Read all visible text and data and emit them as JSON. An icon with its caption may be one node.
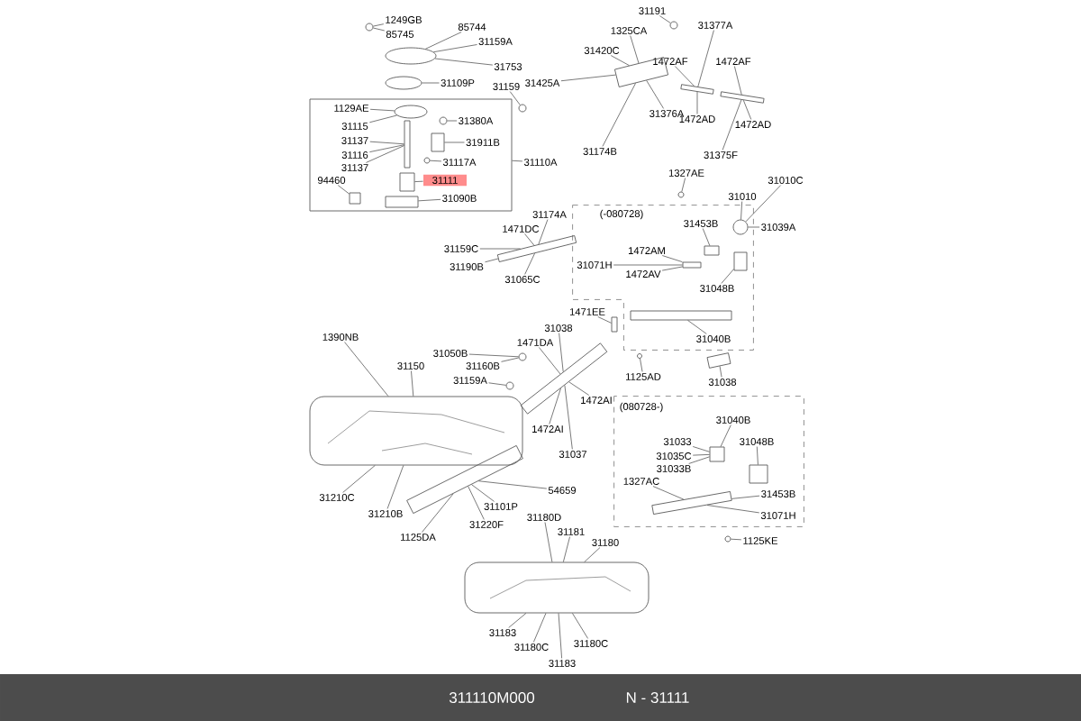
{
  "diagram": {
    "nodes": [
      {
        "text": [],
        "shape": "box"
      },
      {
        "text": [
          "(-080728)"
        ]
      },
      {
        "text": [
          "(080728-)"
        ]
      },
      {
        "text": [
          "1249GB"
        ]
      },
      {
        "text": [
          "85745"
        ]
      },
      {
        "text": [
          "85744"
        ]
      },
      {
        "text": [
          "31159A"
        ]
      },
      {
        "text": [
          "31753"
        ]
      },
      {
        "text": [
          "31109P"
        ]
      },
      {
        "text": [
          "31159"
        ]
      },
      {
        "text": [
          "1129AE"
        ],
        "in": 0
      },
      {
        "text": [
          "31115"
        ],
        "in": 0
      },
      {
        "text": [
          "31380A"
        ],
        "in": 0
      },
      {
        "text": [
          "31137"
        ],
        "in": 0
      },
      {
        "text": [
          "31911B"
        ],
        "in": 0
      },
      {
        "text": [
          "31116"
        ],
        "in": 0
      },
      {
        "text": [
          "31137"
        ],
        "in": 0
      },
      {
        "text": [
          "31117A"
        ],
        "in": 0
      },
      {
        "text": [
          "94460"
        ],
        "in": 0
      },
      {
        "text": [
          "31111"
        ],
        "in": 0
      },
      {
        "text": [
          "31090B"
        ],
        "in": 0
      },
      {
        "text": [
          "31110A"
        ]
      },
      {
        "text": [
          "1325CA"
        ]
      },
      {
        "text": [
          "31191"
        ]
      },
      {
        "text": [
          "31420C"
        ]
      },
      {
        "text": [
          "31425A"
        ]
      },
      {
        "text": [
          "31377A"
        ]
      },
      {
        "text": [
          "1472AF"
        ]
      },
      {
        "text": [
          "1472AF"
        ]
      },
      {
        "text": [
          "31376A"
        ]
      },
      {
        "text": [
          "1472AD"
        ]
      },
      {
        "text": [
          "1472AD"
        ]
      },
      {
        "text": [
          "31375F"
        ]
      },
      {
        "text": [
          "31174B"
        ]
      },
      {
        "text": [
          "1327AE"
        ]
      },
      {
        "text": [
          "31010C"
        ]
      },
      {
        "text": [
          "31010"
        ]
      },
      {
        "text": [
          "31453B"
        ],
        "in": 1
      },
      {
        "text": [
          "31039A"
        ]
      },
      {
        "text": [
          "1472AM"
        ],
        "in": 1
      },
      {
        "text": [
          "31071H"
        ],
        "in": 1
      },
      {
        "text": [
          "1472AV"
        ],
        "in": 1
      },
      {
        "text": [
          "31048B"
        ],
        "in": 1
      },
      {
        "text": [
          "31040B"
        ],
        "in": 1
      },
      {
        "text": [
          "31038"
        ]
      },
      {
        "text": [
          "1125AD"
        ]
      },
      {
        "text": [
          "31174A"
        ]
      },
      {
        "text": [
          "1471DC"
        ]
      },
      {
        "text": [
          "31159C"
        ]
      },
      {
        "text": [
          "31190B"
        ]
      },
      {
        "text": [
          "31065C"
        ]
      },
      {
        "text": [
          "1471EE"
        ]
      },
      {
        "text": [
          "31038"
        ]
      },
      {
        "text": [
          "1471DA"
        ]
      },
      {
        "text": [
          "31050B"
        ]
      },
      {
        "text": [
          "31160B"
        ]
      },
      {
        "text": [
          "31150"
        ]
      },
      {
        "text": [
          "31159A"
        ]
      },
      {
        "text": [
          "1390NB"
        ]
      },
      {
        "text": [
          "1472AI"
        ]
      },
      {
        "text": [
          "1472AI"
        ]
      },
      {
        "text": [
          "31037"
        ]
      },
      {
        "text": [
          "31210C"
        ]
      },
      {
        "text": [
          "31210B"
        ]
      },
      {
        "text": [
          "54659"
        ]
      },
      {
        "text": [
          "31101P"
        ]
      },
      {
        "text": [
          "31220F"
        ]
      },
      {
        "text": [
          "1125DA"
        ]
      },
      {
        "text": [
          "31180D"
        ]
      },
      {
        "text": [
          "31181"
        ]
      },
      {
        "text": [
          "31180"
        ]
      },
      {
        "text": [
          "31183"
        ]
      },
      {
        "text": [
          "31180C"
        ]
      },
      {
        "text": [
          "31183"
        ]
      },
      {
        "text": [
          "31180C"
        ]
      },
      {
        "text": [
          "31040B"
        ],
        "in": 2
      },
      {
        "text": [
          "31033"
        ],
        "in": 2
      },
      {
        "text": [
          "31048B"
        ],
        "in": 2
      },
      {
        "text": [
          "31035C"
        ],
        "in": 2
      },
      {
        "text": [
          "31033B"
        ],
        "in": 2
      },
      {
        "text": [
          "1327AC"
        ],
        "in": 2
      },
      {
        "text": [
          "31453B"
        ],
        "in": 2
      },
      {
        "text": [
          "31071H"
        ],
        "in": 2
      },
      {
        "text": [
          "1125KE"
        ]
      },
      {
        "text": [],
        "shape": "circle"
      },
      {
        "text": [],
        "shape": "ellipse"
      },
      {
        "text": [],
        "shape": "ellipse"
      },
      {
        "text": [],
        "shape": "circle"
      },
      {
        "text": [],
        "shape": "ellipse",
        "in": 0
      },
      {
        "text": [],
        "shape": "circle",
        "in": 0
      },
      {
        "text": [],
        "shape": "bar",
        "in": 0
      },
      {
        "text": [],
        "shape": "box",
        "in": 0
      },
      {
        "text": [],
        "shape": "circle",
        "in": 0
      },
      {
        "text": [],
        "shape": "box",
        "in": 0
      },
      {
        "text": [],
        "shape": "box",
        "in": 0
      },
      {
        "text": [],
        "shape": "box",
        "in": 0
      },
      {
        "text": [],
        "shape": "box"
      },
      {
        "text": [],
        "shape": "circle"
      },
      {
        "text": [],
        "shape": "bar"
      },
      {
        "text": [],
        "shape": "bar"
      },
      {
        "text": [],
        "shape": "circle"
      },
      {
        "text": [],
        "shape": "circle",
        "in": 1
      },
      {
        "text": [],
        "shape": "box",
        "in": 1
      },
      {
        "text": [],
        "shape": "bar",
        "in": 1
      },
      {
        "text": [],
        "shape": "box",
        "in": 1
      },
      {
        "text": [],
        "shape": "bar",
        "in": 1
      },
      {
        "text": [],
        "shape": "box"
      },
      {
        "text": [],
        "shape": "circle"
      },
      {
        "text": [],
        "shape": "bar"
      },
      {
        "text": [],
        "shape": "box"
      },
      {
        "text": [],
        "shape": "bar"
      },
      {
        "text": [],
        "shape": "circle"
      },
      {
        "text": [],
        "shape": "circle"
      },
      {
        "text": [],
        "shape": "box"
      },
      {
        "text": [],
        "shape": "bar"
      },
      {
        "text": [],
        "shape": "box"
      },
      {
        "text": [],
        "shape": "box",
        "in": 2
      },
      {
        "text": [],
        "shape": "box",
        "in": 2
      },
      {
        "text": [],
        "shape": "bar",
        "in": 2
      },
      {
        "text": [],
        "shape": "circle"
      }
    ],
    "edges": [
      {
        "from": 3,
        "to": 84,
        "arrow": "none"
      },
      {
        "from": 4,
        "to": 84,
        "arrow": "none"
      },
      {
        "from": 5,
        "to": 85,
        "arrow": "none"
      },
      {
        "from": 6,
        "to": 85,
        "arrow": "none"
      },
      {
        "from": 7,
        "to": 85,
        "arrow": "none"
      },
      {
        "from": 8,
        "to": 86,
        "arrow": "none"
      },
      {
        "from": 9,
        "to": 87,
        "arrow": "none"
      },
      {
        "from": 10,
        "to": 88,
        "arrow": "none"
      },
      {
        "from": 11,
        "to": 88,
        "arrow": "none"
      },
      {
        "from": 12,
        "to": 89,
        "arrow": "none"
      },
      {
        "from": 13,
        "to": 90,
        "arrow": "none"
      },
      {
        "from": 14,
        "to": 91,
        "arrow": "none"
      },
      {
        "from": 15,
        "to": 90,
        "arrow": "none"
      },
      {
        "from": 16,
        "to": 90,
        "arrow": "none"
      },
      {
        "from": 17,
        "to": 92,
        "arrow": "none"
      },
      {
        "from": 18,
        "to": 95,
        "arrow": "none"
      },
      {
        "from": 19,
        "to": 93,
        "arrow": "none"
      },
      {
        "from": 20,
        "to": 94,
        "arrow": "none"
      },
      {
        "from": 21,
        "to": 0,
        "arrow": "none"
      },
      {
        "from": 22,
        "to": 96,
        "arrow": "none"
      },
      {
        "from": 23,
        "to": 97,
        "arrow": "none"
      },
      {
        "from": 24,
        "to": 96,
        "arrow": "none"
      },
      {
        "from": 25,
        "to": 96,
        "arrow": "none"
      },
      {
        "from": 26,
        "to": 98,
        "arrow": "none"
      },
      {
        "from": 27,
        "to": 98,
        "arrow": "none"
      },
      {
        "from": 28,
        "to": 99,
        "arrow": "none"
      },
      {
        "from": 29,
        "to": 96,
        "arrow": "none"
      },
      {
        "from": 30,
        "to": 98,
        "arrow": "none"
      },
      {
        "from": 31,
        "to": 99,
        "arrow": "none"
      },
      {
        "from": 32,
        "to": 99,
        "arrow": "none"
      },
      {
        "from": 33,
        "to": 96,
        "arrow": "none"
      },
      {
        "from": 34,
        "to": 100,
        "arrow": "none"
      },
      {
        "from": 35,
        "to": 101,
        "arrow": "none"
      },
      {
        "from": 36,
        "to": 101,
        "arrow": "none"
      },
      {
        "from": 37,
        "to": 102,
        "arrow": "none"
      },
      {
        "from": 38,
        "to": 101,
        "arrow": "none"
      },
      {
        "from": 39,
        "to": 103,
        "arrow": "none"
      },
      {
        "from": 40,
        "to": 103,
        "arrow": "none"
      },
      {
        "from": 41,
        "to": 103,
        "arrow": "none"
      },
      {
        "from": 42,
        "to": 104,
        "arrow": "none"
      },
      {
        "from": 43,
        "to": 105,
        "arrow": "none"
      },
      {
        "from": 44,
        "to": 106,
        "arrow": "none"
      },
      {
        "from": 45,
        "to": 107,
        "arrow": "none"
      },
      {
        "from": 46,
        "to": 108,
        "arrow": "none"
      },
      {
        "from": 47,
        "to": 108,
        "arrow": "none"
      },
      {
        "from": 48,
        "to": 108,
        "arrow": "none"
      },
      {
        "from": 49,
        "to": 108,
        "arrow": "none"
      },
      {
        "from": 50,
        "to": 108,
        "arrow": "none"
      },
      {
        "from": 51,
        "to": 109,
        "arrow": "none"
      },
      {
        "from": 52,
        "to": 110,
        "arrow": "none"
      },
      {
        "from": 53,
        "to": 110,
        "arrow": "none"
      },
      {
        "from": 54,
        "to": 111,
        "arrow": "none"
      },
      {
        "from": 55,
        "to": 111,
        "arrow": "none"
      },
      {
        "from": 56,
        "to": 113,
        "arrow": "none"
      },
      {
        "from": 57,
        "to": 112,
        "arrow": "none"
      },
      {
        "from": 58,
        "to": 113,
        "arrow": "none"
      },
      {
        "from": 59,
        "to": 110,
        "arrow": "none"
      },
      {
        "from": 60,
        "to": 110,
        "arrow": "none"
      },
      {
        "from": 61,
        "to": 110,
        "arrow": "none"
      },
      {
        "from": 62,
        "to": 113,
        "arrow": "none"
      },
      {
        "from": 63,
        "to": 113,
        "arrow": "none"
      },
      {
        "from": 64,
        "to": 114,
        "arrow": "none"
      },
      {
        "from": 65,
        "to": 114,
        "arrow": "none"
      },
      {
        "from": 66,
        "to": 114,
        "arrow": "none"
      },
      {
        "from": 67,
        "to": 114,
        "arrow": "none"
      },
      {
        "from": 68,
        "to": 115,
        "arrow": "none"
      },
      {
        "from": 69,
        "to": 115,
        "arrow": "none"
      },
      {
        "from": 70,
        "to": 115,
        "arrow": "none"
      },
      {
        "from": 71,
        "to": 115,
        "arrow": "none"
      },
      {
        "from": 72,
        "to": 115,
        "arrow": "none"
      },
      {
        "from": 73,
        "to": 115,
        "arrow": "none"
      },
      {
        "from": 74,
        "to": 115,
        "arrow": "none"
      },
      {
        "from": 75,
        "to": 116,
        "arrow": "none"
      },
      {
        "from": 76,
        "to": 116,
        "arrow": "none"
      },
      {
        "from": 77,
        "to": 117,
        "arrow": "none"
      },
      {
        "from": 78,
        "to": 116,
        "arrow": "none"
      },
      {
        "from": 79,
        "to": 116,
        "arrow": "none"
      },
      {
        "from": 80,
        "to": 118,
        "arrow": "none"
      },
      {
        "from": 81,
        "to": 118,
        "arrow": "none"
      },
      {
        "from": 82,
        "to": 118,
        "arrow": "none"
      },
      {
        "from": 83,
        "to": 119,
        "arrow": "none"
      }
    ],
    "labels": [
      "311110M000",
      "N - 31111"
    ]
  }
}
